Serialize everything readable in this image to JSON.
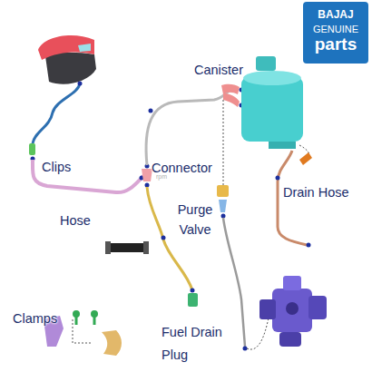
{
  "diagram": {
    "nodes": [
      {
        "text": [
          "BAJAJ",
          "GENUINE",
          "parts"
        ]
      }
    ],
    "labels": [
      "Canister",
      "Clips",
      "Connector",
      "Hose",
      "Purge Valve",
      "Drain Hose",
      "Clamps",
      "Fuel Drain Plug",
      "rpm"
    ]
  }
}
